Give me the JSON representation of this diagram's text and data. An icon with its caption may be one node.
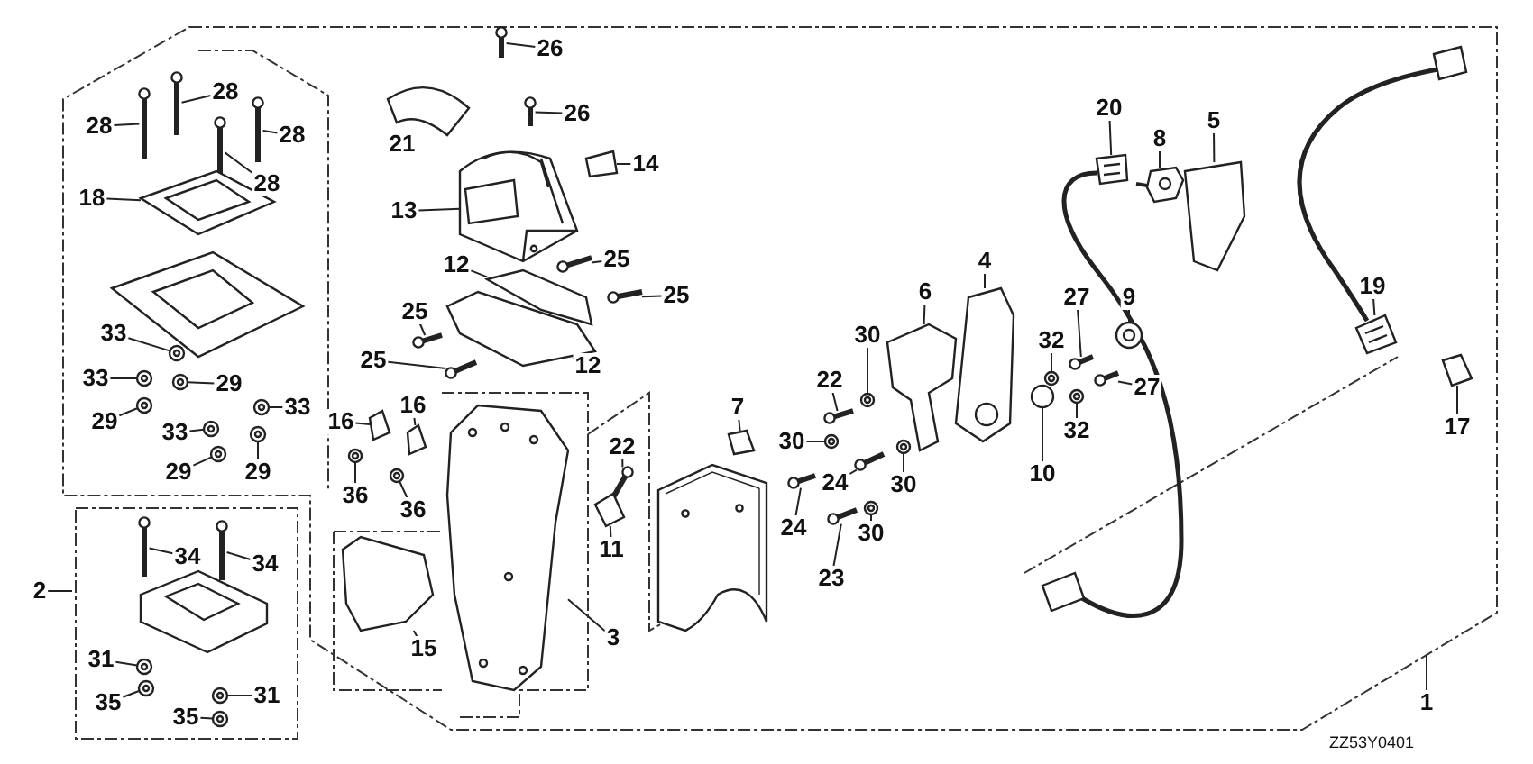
{
  "diagram": {
    "nodes": [
      {
        "text": [
          "28"
        ]
      },
      {
        "text": [
          "28"
        ]
      },
      {
        "text": [
          "28"
        ]
      },
      {
        "text": [
          "28"
        ]
      },
      {
        "text": [
          "18"
        ]
      },
      {
        "text": [
          "33"
        ]
      },
      {
        "text": [
          "33"
        ]
      },
      {
        "text": [
          "29"
        ]
      },
      {
        "text": [
          "29"
        ]
      },
      {
        "text": [
          "33"
        ]
      },
      {
        "text": [
          "33"
        ]
      },
      {
        "text": [
          "29"
        ]
      },
      {
        "text": [
          "29"
        ]
      },
      {
        "text": [
          "2"
        ]
      },
      {
        "text": [
          "34"
        ]
      },
      {
        "text": [
          "34"
        ]
      },
      {
        "text": [
          "31"
        ]
      },
      {
        "text": [
          "35"
        ]
      },
      {
        "text": [
          "31"
        ]
      },
      {
        "text": [
          "35"
        ]
      },
      {
        "text": [
          "26"
        ]
      },
      {
        "text": [
          "26"
        ]
      },
      {
        "text": [
          "14"
        ]
      },
      {
        "text": [
          "13"
        ]
      },
      {
        "text": [
          "25"
        ]
      },
      {
        "text": [
          "12"
        ]
      },
      {
        "text": [
          "25"
        ]
      },
      {
        "text": [
          "25"
        ]
      },
      {
        "text": [
          "12"
        ]
      },
      {
        "text": [
          "25"
        ]
      },
      {
        "text": [
          "16"
        ]
      },
      {
        "text": [
          "16"
        ]
      },
      {
        "text": [
          "36"
        ]
      },
      {
        "text": [
          "36"
        ]
      },
      {
        "text": [
          "22"
        ]
      },
      {
        "text": [
          "11"
        ]
      },
      {
        "text": [
          "3"
        ]
      },
      {
        "text": [
          "15"
        ]
      },
      {
        "text": [
          "7"
        ]
      },
      {
        "text": [
          "20"
        ]
      },
      {
        "text": [
          "8"
        ]
      },
      {
        "text": [
          "5"
        ]
      },
      {
        "text": [
          "4"
        ]
      },
      {
        "text": [
          "6"
        ]
      },
      {
        "text": [
          "30"
        ]
      },
      {
        "text": [
          "22"
        ]
      },
      {
        "text": [
          "27"
        ]
      },
      {
        "text": [
          "9"
        ]
      },
      {
        "text": [
          "32"
        ]
      },
      {
        "text": [
          "27"
        ]
      },
      {
        "text": [
          "30"
        ]
      },
      {
        "text": [
          "10"
        ]
      },
      {
        "text": [
          "32"
        ]
      },
      {
        "text": [
          "24"
        ]
      },
      {
        "text": [
          "30"
        ]
      },
      {
        "text": [
          "24"
        ]
      },
      {
        "text": [
          "30"
        ]
      },
      {
        "text": [
          "23"
        ]
      },
      {
        "text": [
          "19"
        ]
      },
      {
        "text": [
          "17"
        ]
      },
      {
        "text": [
          "1"
        ]
      },
      {
        "text": [],
        "shape": "picture"
      },
      {
        "text": [],
        "shape": "picture"
      },
      {
        "text": [],
        "shape": "picture"
      },
      {
        "text": [],
        "shape": "picture"
      },
      {
        "text": [],
        "shape": "picture"
      },
      {
        "text": [],
        "shape": "picture"
      },
      {
        "text": [],
        "shape": "picture"
      },
      {
        "text": [],
        "shape": "picture"
      },
      {
        "text": [],
        "shape": "picture"
      },
      {
        "text": [],
        "shape": "picture"
      },
      {
        "text": [],
        "shape": "picture"
      },
      {
        "text": [],
        "shape": "picture"
      },
      {
        "text": [],
        "shape": "picture"
      },
      {
        "text": [],
        "shape": "picture"
      },
      {
        "text": [],
        "shape": "picture"
      },
      {
        "text": [],
        "shape": "picture"
      },
      {
        "text": [],
        "shape": "picture"
      },
      {
        "text": [],
        "shape": "picture"
      },
      {
        "text": [],
        "shape": "picture"
      },
      {
        "text": [],
        "shape": "picture"
      },
      {
        "text": [],
        "shape": "picture"
      },
      {
        "text": [],
        "shape": "picture"
      },
      {
        "text": [],
        "shape": "picture"
      },
      {
        "text": [],
        "shape": "picture"
      },
      {
        "text": [],
        "shape": "picture"
      },
      {
        "text": [],
        "shape": "picture"
      },
      {
        "text": [],
        "shape": "picture"
      },
      {
        "text": [],
        "shape": "picture"
      },
      {
        "text": [],
        "shape": "picture"
      },
      {
        "text": [],
        "shape": "picture"
      },
      {
        "text": [],
        "shape": "picture"
      },
      {
        "text": [],
        "shape": "picture"
      },
      {
        "text": [],
        "shape": "picture"
      },
      {
        "text": [],
        "shape": "picture"
      },
      {
        "text": [],
        "shape": "picture"
      },
      {
        "text": [],
        "shape": "picture"
      },
      {
        "text": [],
        "shape": "picture"
      },
      {
        "text": [],
        "shape": "picture"
      },
      {
        "text": [],
        "shape": "picture"
      },
      {
        "text": [],
        "shape": "picture"
      },
      {
        "text": [],
        "shape": "picture"
      },
      {
        "text": [],
        "shape": "picture"
      },
      {
        "text": [],
        "shape": "picture"
      },
      {
        "text": [],
        "shape": "picture"
      },
      {
        "text": [],
        "shape": "picture"
      },
      {
        "text": [],
        "shape": "picture"
      },
      {
        "text": [],
        "shape": "picture"
      },
      {
        "text": [],
        "shape": "picture"
      },
      {
        "text": [],
        "shape": "picture"
      },
      {
        "text": [],
        "shape": "picture"
      },
      {
        "text": [],
        "shape": "picture"
      },
      {
        "text": [],
        "shape": "picture"
      },
      {
        "text": [],
        "shape": "picture"
      },
      {
        "text": [],
        "shape": "picture"
      },
      {
        "text": [],
        "shape": "picture"
      },
      {
        "text": [],
        "shape": "picture"
      },
      {
        "text": [],
        "shape": "picture"
      },
      {
        "text": [],
        "shape": "picture"
      },
      {
        "text": [],
        "shape": "picture"
      },
      {
        "text": [],
        "shape": "picture"
      },
      {
        "text": [],
        "shape": "picture"
      },
      {
        "text": [],
        "shape": "picture"
      },
      {
        "text": [
          "21"
        ]
      },
      {
        "text": [],
        "shape": "picture"
      }
    ],
    "edges": [
      {
        "from": 0,
        "to": 61,
        "arrow": "none"
      },
      {
        "from": 1,
        "to": 62,
        "arrow": "none"
      },
      {
        "from": 2,
        "to": 63,
        "arrow": "none"
      },
      {
        "from": 3,
        "to": 64,
        "arrow": "none"
      },
      {
        "from": 4,
        "to": 65,
        "arrow": "none"
      },
      {
        "from": 5,
        "to": 66,
        "arrow": "none"
      },
      {
        "from": 6,
        "to": 67,
        "arrow": "none"
      },
      {
        "from": 7,
        "to": 68,
        "arrow": "none"
      },
      {
        "from": 8,
        "to": 69,
        "arrow": "none"
      },
      {
        "from": 9,
        "to": 70,
        "arrow": "none"
      },
      {
        "from": 10,
        "to": 71,
        "arrow": "none"
      },
      {
        "from": 11,
        "to": 72,
        "arrow": "none"
      },
      {
        "from": 12,
        "to": 73,
        "arrow": "none"
      },
      {
        "from": 13,
        "to": null,
        "arrow": "none"
      },
      {
        "from": 14,
        "to": 74,
        "arrow": "none"
      },
      {
        "from": 15,
        "to": 75,
        "arrow": "none"
      },
      {
        "from": 16,
        "to": 76,
        "arrow": "none"
      },
      {
        "from": 17,
        "to": 77,
        "arrow": "none"
      },
      {
        "from": 18,
        "to": 78,
        "arrow": "none"
      },
      {
        "from": 19,
        "to": 79,
        "arrow": "none"
      },
      {
        "from": 20,
        "to": 80,
        "arrow": "none"
      },
      {
        "from": 21,
        "to": 81,
        "arrow": "none"
      },
      {
        "from": 22,
        "to": 82,
        "arrow": "none"
      },
      {
        "from": 23,
        "to": 83,
        "arrow": "none"
      },
      {
        "from": 24,
        "to": 84,
        "arrow": "none"
      },
      {
        "from": 25,
        "to": 85,
        "arrow": "none"
      },
      {
        "from": 26,
        "to": 86,
        "arrow": "none"
      },
      {
        "from": 27,
        "to": 87,
        "arrow": "none"
      },
      {
        "from": 28,
        "to": 88,
        "arrow": "none"
      },
      {
        "from": 29,
        "to": 89,
        "arrow": "none"
      },
      {
        "from": 30,
        "to": 90,
        "arrow": "none"
      },
      {
        "from": 31,
        "to": 91,
        "arrow": "none"
      },
      {
        "from": 32,
        "to": 92,
        "arrow": "none"
      },
      {
        "from": 33,
        "to": 93,
        "arrow": "none"
      },
      {
        "from": 34,
        "to": 94,
        "arrow": "none"
      },
      {
        "from": 35,
        "to": 95,
        "arrow": "none"
      },
      {
        "from": 36,
        "to": 121,
        "arrow": "none"
      },
      {
        "from": 37,
        "to": 96,
        "arrow": "none"
      },
      {
        "from": 38,
        "to": 97,
        "arrow": "none"
      },
      {
        "from": 39,
        "to": 98,
        "arrow": "none"
      },
      {
        "from": 40,
        "to": 99,
        "arrow": "none"
      },
      {
        "from": 41,
        "to": 100,
        "arrow": "none"
      },
      {
        "from": 42,
        "to": 101,
        "arrow": "none"
      },
      {
        "from": 43,
        "to": 102,
        "arrow": "none"
      },
      {
        "from": 44,
        "to": 103,
        "arrow": "none"
      },
      {
        "from": 45,
        "to": 104,
        "arrow": "none"
      },
      {
        "from": 46,
        "to": 105,
        "arrow": "none"
      },
      {
        "from": 47,
        "to": 106,
        "arrow": "none"
      },
      {
        "from": 48,
        "to": 107,
        "arrow": "none"
      },
      {
        "from": 49,
        "to": 108,
        "arrow": "none"
      },
      {
        "from": 50,
        "to": 109,
        "arrow": "none"
      },
      {
        "from": 51,
        "to": 110,
        "arrow": "none"
      },
      {
        "from": 52,
        "to": 111,
        "arrow": "none"
      },
      {
        "from": 53,
        "to": 112,
        "arrow": "none"
      },
      {
        "from": 54,
        "to": 113,
        "arrow": "none"
      },
      {
        "from": 55,
        "to": 114,
        "arrow": "none"
      },
      {
        "from": 56,
        "to": 115,
        "arrow": "none"
      },
      {
        "from": 57,
        "to": 116,
        "arrow": "none"
      },
      {
        "from": 58,
        "to": 117,
        "arrow": "none"
      },
      {
        "from": 59,
        "to": 118,
        "arrow": "none"
      },
      {
        "from": 60,
        "to": null,
        "arrow": "none"
      }
    ],
    "labels": [
      "ZZ53Y0401"
    ]
  }
}
